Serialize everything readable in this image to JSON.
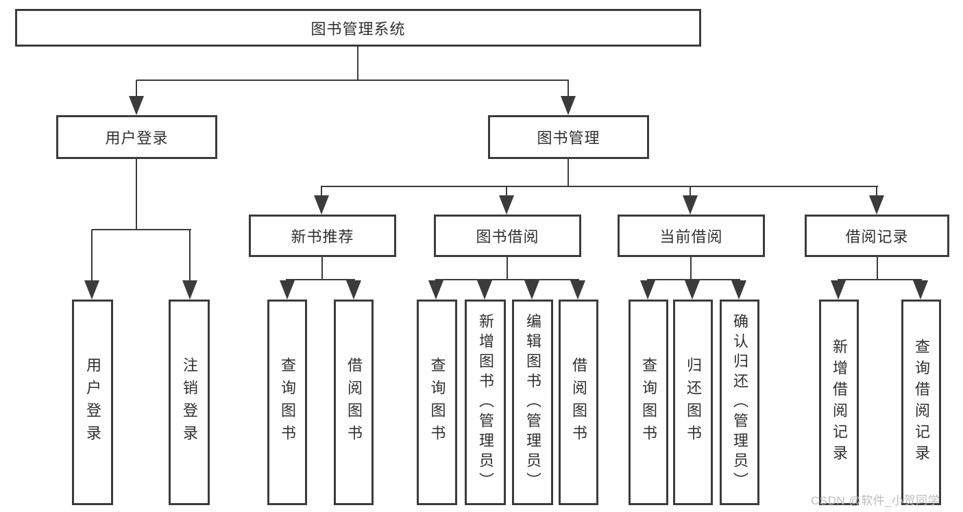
{
  "diagram": {
    "type": "hierarchy-tree",
    "colors": {
      "line": "#3b3b3b",
      "box_border": "#3b3b3b",
      "box_fill": "#ffffff",
      "text": "#2f2f2f",
      "watermark": "#bcbcbc",
      "background": "#ffffff"
    }
  },
  "tree": {
    "label": "图书管理系统",
    "children": [
      {
        "label": "用户登录",
        "children": [
          {
            "label": "用户登录"
          },
          {
            "label": "注销登录"
          }
        ]
      },
      {
        "label": "图书管理",
        "children": [
          {
            "label": "新书推荐",
            "children": [
              {
                "label": "查询图书"
              },
              {
                "label": "借阅图书"
              }
            ]
          },
          {
            "label": "图书借阅",
            "children": [
              {
                "label": "查询图书"
              },
              {
                "label": "新增图书（管理员）"
              },
              {
                "label": "编辑图书（管理员）"
              },
              {
                "label": "借阅图书"
              }
            ]
          },
          {
            "label": "当前借阅",
            "children": [
              {
                "label": "查询图书"
              },
              {
                "label": "归还图书"
              },
              {
                "label": "确认归还（管理员）"
              }
            ]
          },
          {
            "label": "借阅记录",
            "children": [
              {
                "label": "新增借阅记录"
              },
              {
                "label": "查询借阅记录"
              }
            ]
          }
        ]
      }
    ]
  },
  "watermark": {
    "text": "CSDN @软件_小贺同学"
  }
}
